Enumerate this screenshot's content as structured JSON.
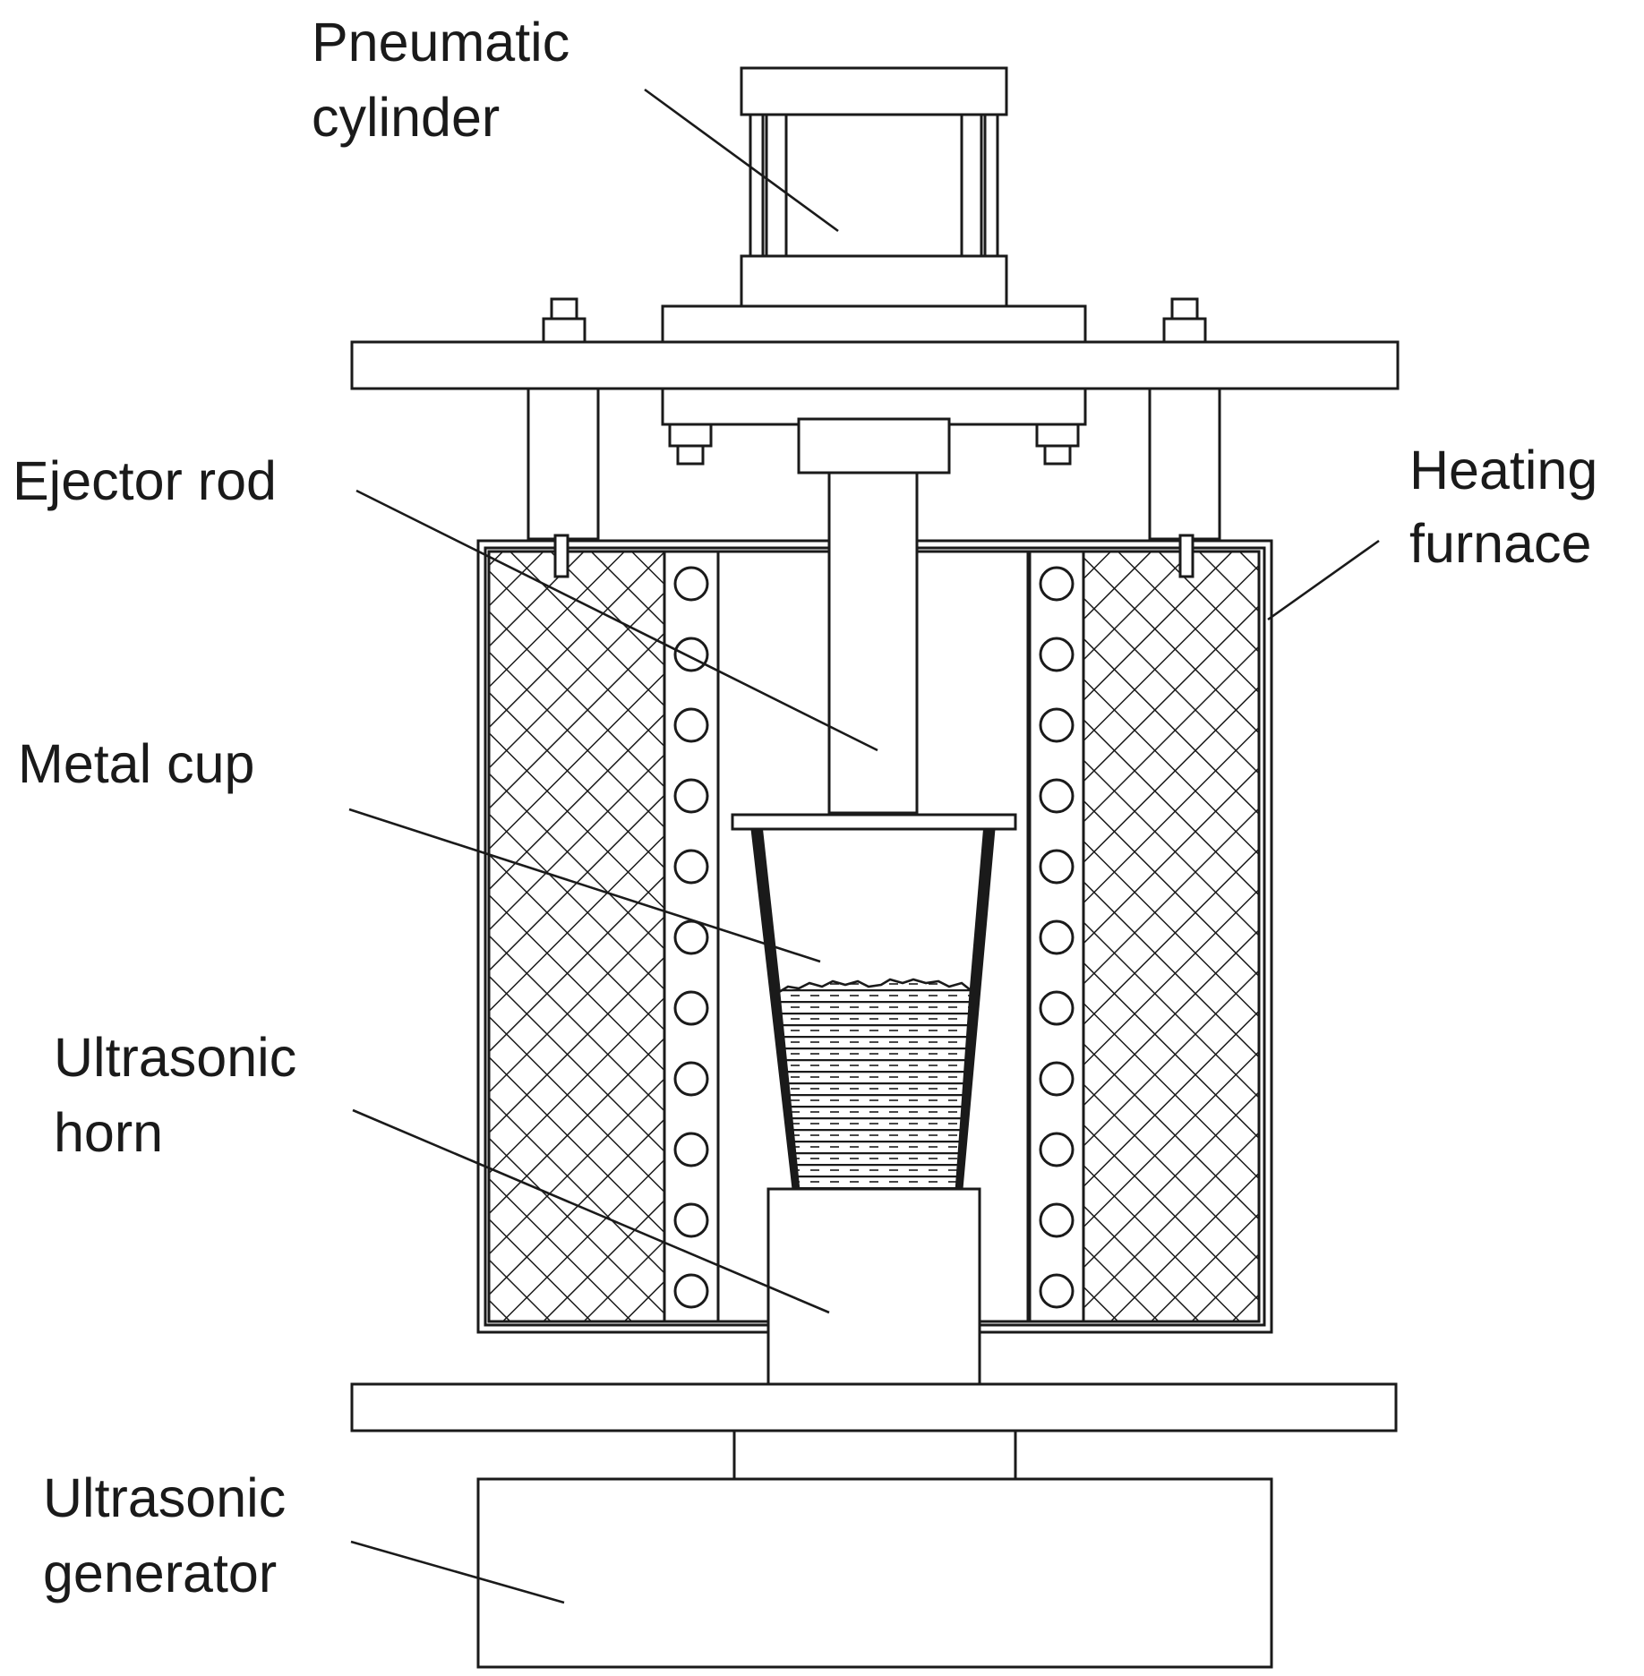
{
  "labels": {
    "pneumatic_cylinder": [
      "Pneumatic",
      "cylinder"
    ],
    "ejector_rod": "Ejector rod",
    "heating_furnace": [
      "Heating",
      "furnace"
    ],
    "metal_cup": "Metal cup",
    "ultrasonic_horn": [
      "Ultrasonic",
      "horn"
    ],
    "ultrasonic_generator": [
      "Ultrasonic",
      "generator"
    ]
  }
}
